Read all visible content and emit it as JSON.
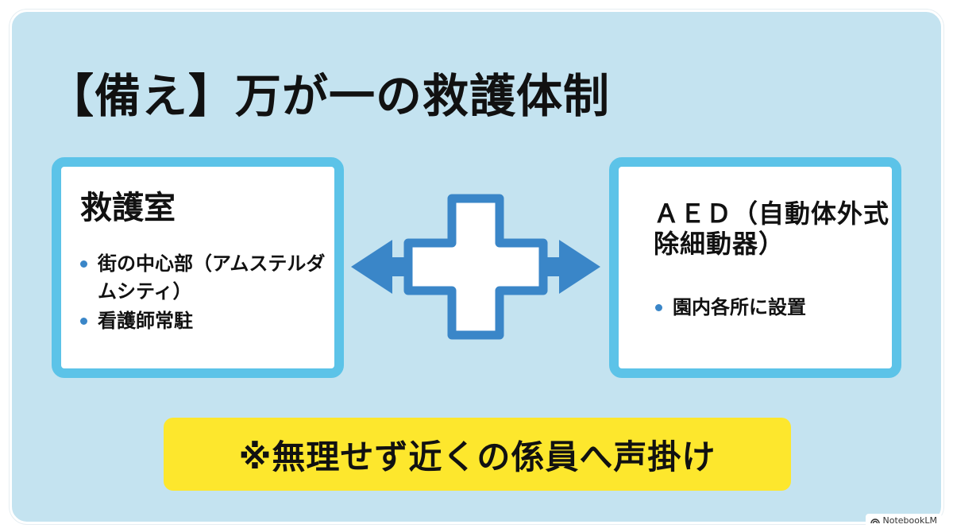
{
  "title": "【備え】万が一の救護体制",
  "left_card": {
    "heading": "救護室",
    "bullets": [
      "街の中心部（アムステルダムシティ）",
      "看護師常駐"
    ]
  },
  "right_card": {
    "heading": "ＡＥＤ（自動体外式除細動器）",
    "bullets": [
      "園内各所に設置"
    ]
  },
  "note": "※無理せず近くの係員へ声掛け",
  "watermark": "NotebookLM",
  "colors": {
    "background": "#c4e3f0",
    "card_border": "#5cc3e8",
    "arrow": "#3a86c8",
    "note_bg": "#fde72d"
  }
}
